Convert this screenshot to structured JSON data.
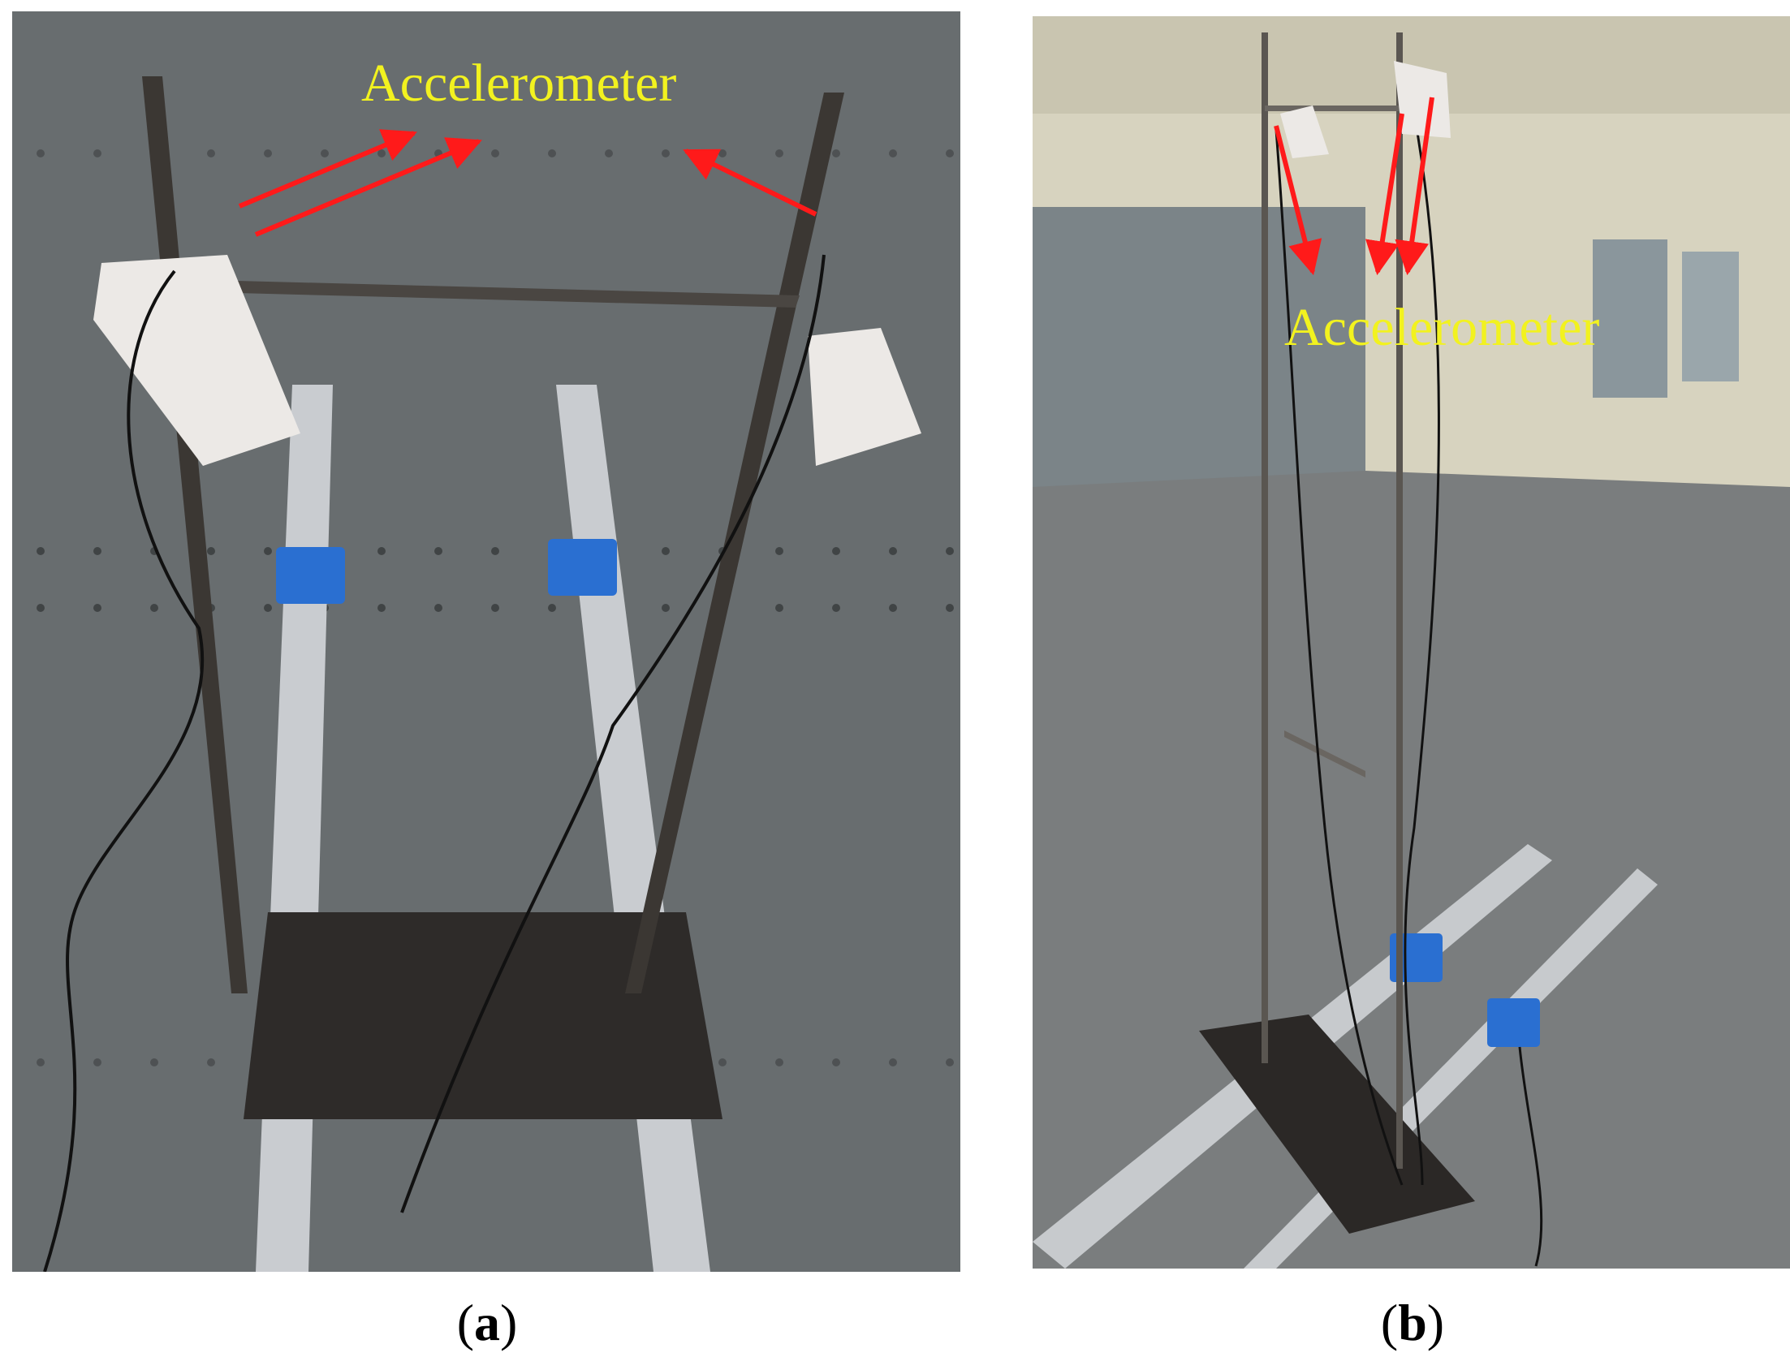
{
  "panels": [
    {
      "id": "a",
      "label": "a",
      "annotation": "Accelerometer"
    },
    {
      "id": "b",
      "label": "b",
      "annotation": "Accelerometer"
    }
  ],
  "colors": {
    "annotation_text": "#f2f21f",
    "arrow": "#ff1a1a",
    "floor": "#6d7273",
    "wall": "#d7d3bf",
    "rail": "#c9ccd0",
    "clamp": "#2a6fd1",
    "steel": "#3b3733"
  }
}
